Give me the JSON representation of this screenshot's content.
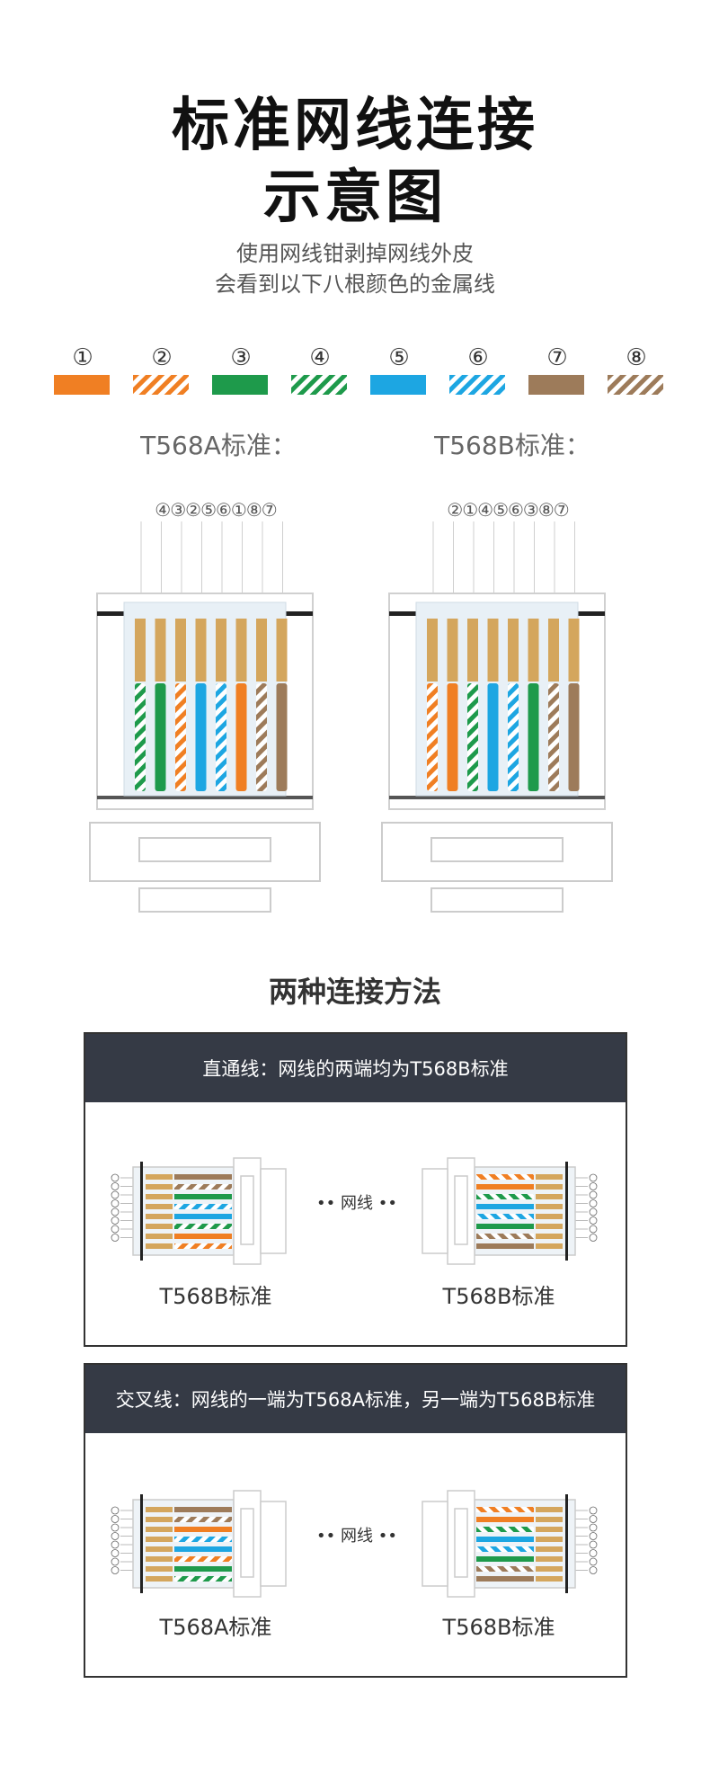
{
  "header": {
    "title_line1": "标准网线连接",
    "title_line2": "示意图",
    "subtitle_line1": "使用网线钳剥掉网线外皮",
    "subtitle_line2": "会看到以下八根颜色的金属线"
  },
  "colors": {
    "orange": "#f07f23",
    "green": "#1e9a4b",
    "blue": "#1da6e2",
    "brown": "#9d7b5a",
    "gold": "#d4a65d",
    "dark_header": "#353a45"
  },
  "wires": [
    {
      "number": "①",
      "color": "orange",
      "striped": false
    },
    {
      "number": "②",
      "color": "orange",
      "striped": true
    },
    {
      "number": "③",
      "color": "green",
      "striped": false
    },
    {
      "number": "④",
      "color": "green",
      "striped": true
    },
    {
      "number": "⑤",
      "color": "blue",
      "striped": false
    },
    {
      "number": "⑥",
      "color": "blue",
      "striped": true
    },
    {
      "number": "⑦",
      "color": "brown",
      "striped": false
    },
    {
      "number": "⑧",
      "color": "brown",
      "striped": true
    }
  ],
  "standards": {
    "t568a": {
      "label": "T568A标准：",
      "order": "④③②⑤⑥①⑧⑦",
      "sequence": [
        4,
        3,
        2,
        5,
        6,
        1,
        8,
        7
      ]
    },
    "t568b": {
      "label": "T568B标准：",
      "order": "②①④⑤⑥③⑧⑦",
      "sequence": [
        2,
        1,
        4,
        5,
        6,
        3,
        8,
        7
      ]
    }
  },
  "methods": {
    "title": "两种连接方法",
    "straight": {
      "header": "直通线：网线的两端均为T568B标准",
      "left_label": "T568B标准",
      "right_label": "T568B标准",
      "cable_label": "•• 网线 ••",
      "left_sequence": [
        7,
        8,
        3,
        6,
        5,
        4,
        1,
        2
      ],
      "right_sequence": [
        2,
        1,
        4,
        5,
        6,
        3,
        8,
        7
      ]
    },
    "crossover": {
      "header": "交叉线：网线的一端为T568A标准，另一端为T568B标准",
      "left_label": "T568A标准",
      "right_label": "T568B标准",
      "cable_label": "•• 网线 ••",
      "left_sequence": [
        7,
        8,
        1,
        6,
        5,
        2,
        3,
        4
      ],
      "right_sequence": [
        2,
        1,
        4,
        5,
        6,
        3,
        8,
        7
      ]
    }
  }
}
